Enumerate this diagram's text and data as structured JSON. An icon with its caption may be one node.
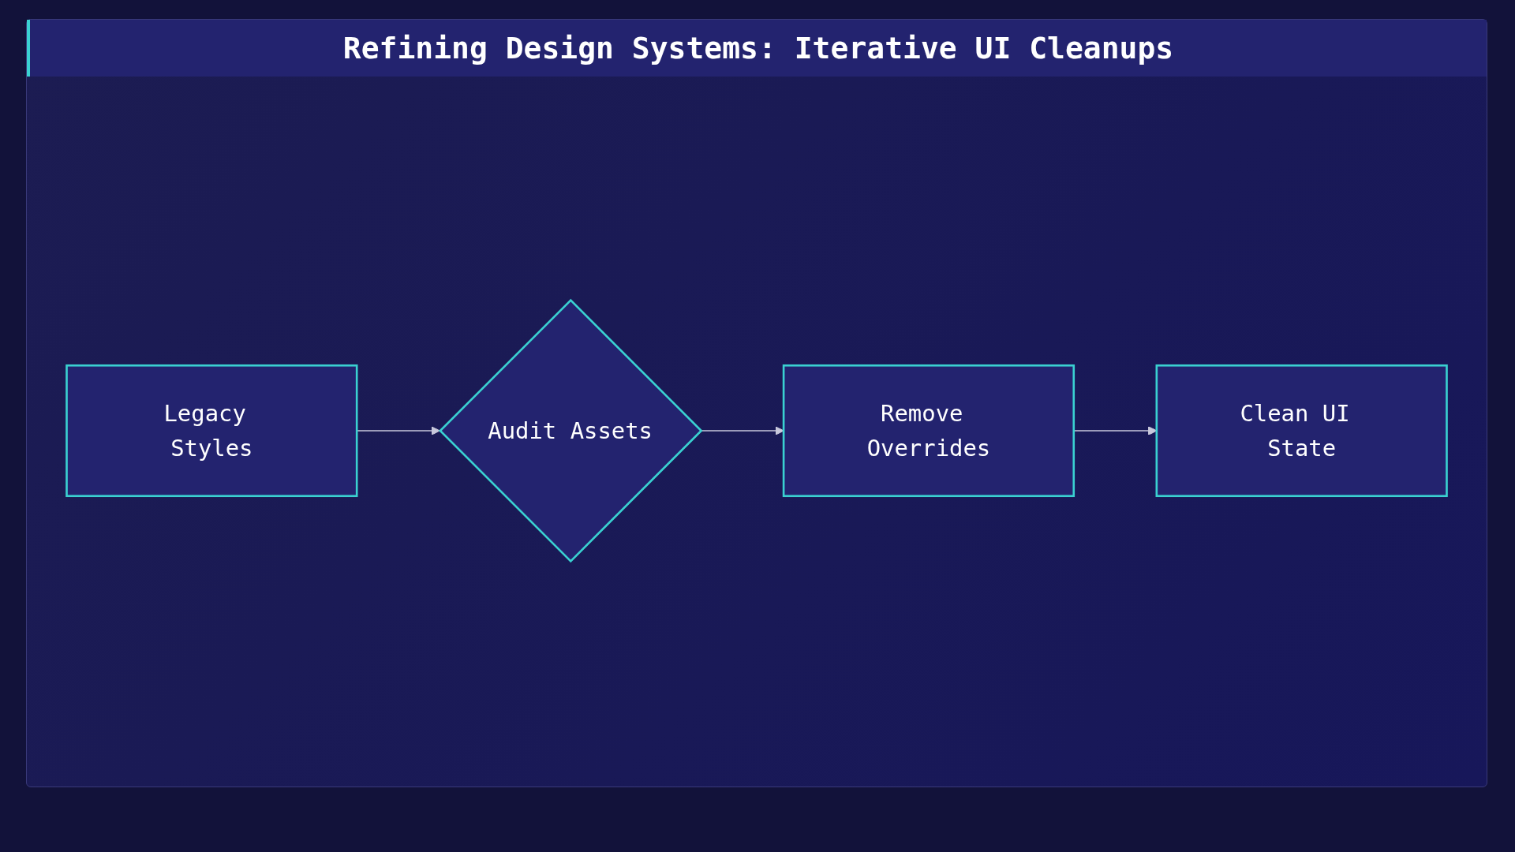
{
  "diagram": {
    "title": "Refining Design Systems: Iterative UI Cleanups",
    "nodes": [
      {
        "text": [
          "Legacy Styles"
        ]
      },
      {
        "text": [
          "Audit Assets"
        ]
      },
      {
        "text": [
          "Remove Overrides"
        ]
      },
      {
        "text": [
          "Clean UI State"
        ]
      }
    ],
    "edges": [
      {
        "from": 0,
        "to": 1,
        "arrow": "to"
      },
      {
        "from": 1,
        "to": 2,
        "arrow": "to"
      },
      {
        "from": 2,
        "to": 3,
        "arrow": "to"
      }
    ]
  }
}
